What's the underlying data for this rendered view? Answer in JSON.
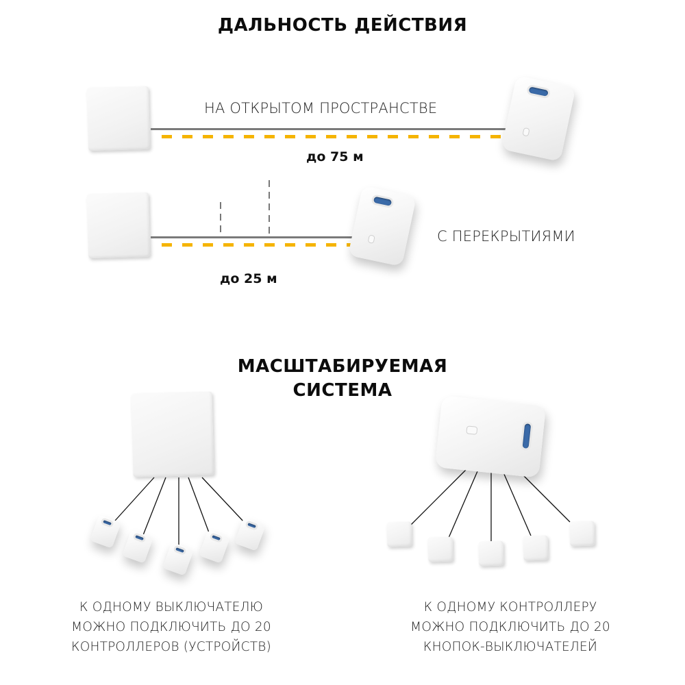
{
  "range_section": {
    "title": "ДАЛЬНОСТЬ ДЕЙСТВИЯ",
    "open_space": {
      "label": "НА ОТКРЫТОМ ПРОСТРАНСТВЕ",
      "distance": "до 75 м"
    },
    "with_obstacles": {
      "label": "С ПЕРЕКРЫТИЯМИ",
      "distance": "до 25 м"
    }
  },
  "scalable_section": {
    "title_line1": "МАСШТАБИРУЕМАЯ",
    "title_line2": "СИСТЕМА",
    "left_caption": {
      "line1": "К ОДНОМУ ВЫКЛЮЧАТЕЛЮ",
      "line2": "МОЖНО ПОДКЛЮЧИТЬ ДО 20",
      "line3": "КОНТРОЛЛЕРОВ (УСТРОЙСТВ)"
    },
    "right_caption": {
      "line1": "К ОДНОМУ КОНТРОЛЛЕРУ",
      "line2": "МОЖНО ПОДКЛЮЧИТЬ ДО 20",
      "line3": "КНОПОК-ВЫКЛЮЧАТЕЛЕЙ"
    }
  },
  "colors": {
    "accent_yellow": "#f5b400",
    "line_gray": "#7a7a7a",
    "terminal_blue": "#3a6aa8"
  }
}
